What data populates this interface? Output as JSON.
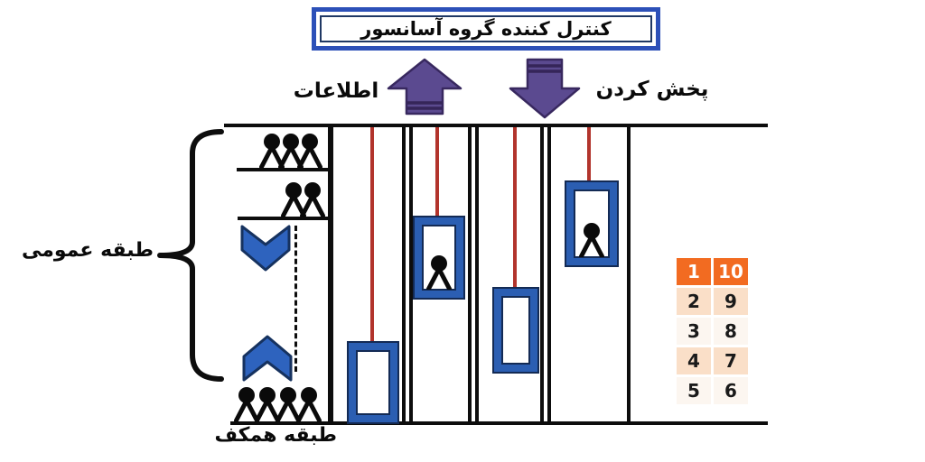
{
  "controller": {
    "label": "کنترل کننده گروه آسانسور"
  },
  "flow": {
    "up_arrow_label": "اطلاعات",
    "down_arrow_label": "پخش کردن"
  },
  "building": {
    "public_floor_label": "طبقه عمومی",
    "ground_floor_label": "طبقه همکف",
    "waiting_people": {
      "upper_floor": 3,
      "middle_floor": 2,
      "ground_floor": 4
    },
    "shafts": [
      {
        "car": "empty",
        "position": "ground"
      },
      {
        "car": "occupied",
        "position": "mid-high"
      },
      {
        "car": "empty",
        "position": "mid-low"
      },
      {
        "car": "occupied",
        "position": "high"
      }
    ]
  },
  "table": {
    "header": [
      "1",
      "10"
    ],
    "rows": [
      [
        "2",
        "9"
      ],
      [
        "3",
        "8"
      ],
      [
        "4",
        "7"
      ],
      [
        "5",
        "6"
      ]
    ]
  },
  "colors": {
    "accent_blue": "#2B5EB2",
    "chevron_blue": "#2E63BE",
    "arrow_purple": "#5B4A90",
    "cable_red": "#B2342C",
    "table_header_orange": "#F26B21",
    "table_row_peach": "#FADFC8",
    "table_row_light": "#FCF6F0",
    "controller_border_blue": "#2C50B8"
  }
}
